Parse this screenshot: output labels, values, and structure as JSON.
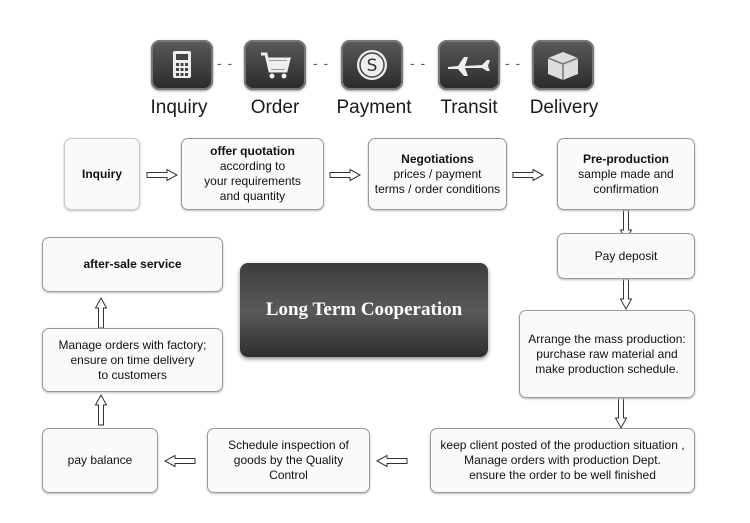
{
  "steps": [
    {
      "label": "Inquiry",
      "icon": "calculator-icon"
    },
    {
      "label": "Order",
      "icon": "shopping-cart-icon"
    },
    {
      "label": "Payment",
      "icon": "dollar-coin-icon"
    },
    {
      "label": "Transit",
      "icon": "airplane-icon"
    },
    {
      "label": "Delivery",
      "icon": "package-icon"
    }
  ],
  "separator": "- -",
  "flow": {
    "inquiry": {
      "text": "Inquiry"
    },
    "quotation": {
      "title": "offer quotation",
      "line1": "according to",
      "line2": "your requirements",
      "line3": "and quantity"
    },
    "negotiations": {
      "title": "Negotiations",
      "line1": "prices / payment",
      "line2": "terms / order conditions"
    },
    "preproduction": {
      "title": "Pre-production",
      "line1": "sample made and",
      "line2": "confirmation"
    },
    "deposit": {
      "text": "Pay deposit"
    },
    "mass": {
      "line1": "Arrange the mass production:",
      "line2": "purchase raw material and",
      "line3": "make production schedule."
    },
    "posted": {
      "line1": "keep client posted of the production situation ,",
      "line2": "Manage orders with production Dept.",
      "line3": "ensure the order to be well finished"
    },
    "inspection": {
      "line1": "Schedule inspection of",
      "line2": "goods by the Quality",
      "line3": "Control"
    },
    "balance": {
      "text": "pay balance"
    },
    "manage": {
      "line1": "Manage orders with factory;",
      "line2": "ensure on time delivery",
      "line3": "to customers"
    },
    "aftersale": {
      "text": "after-sale service"
    }
  },
  "center": {
    "text": "Long Term Cooperation"
  }
}
